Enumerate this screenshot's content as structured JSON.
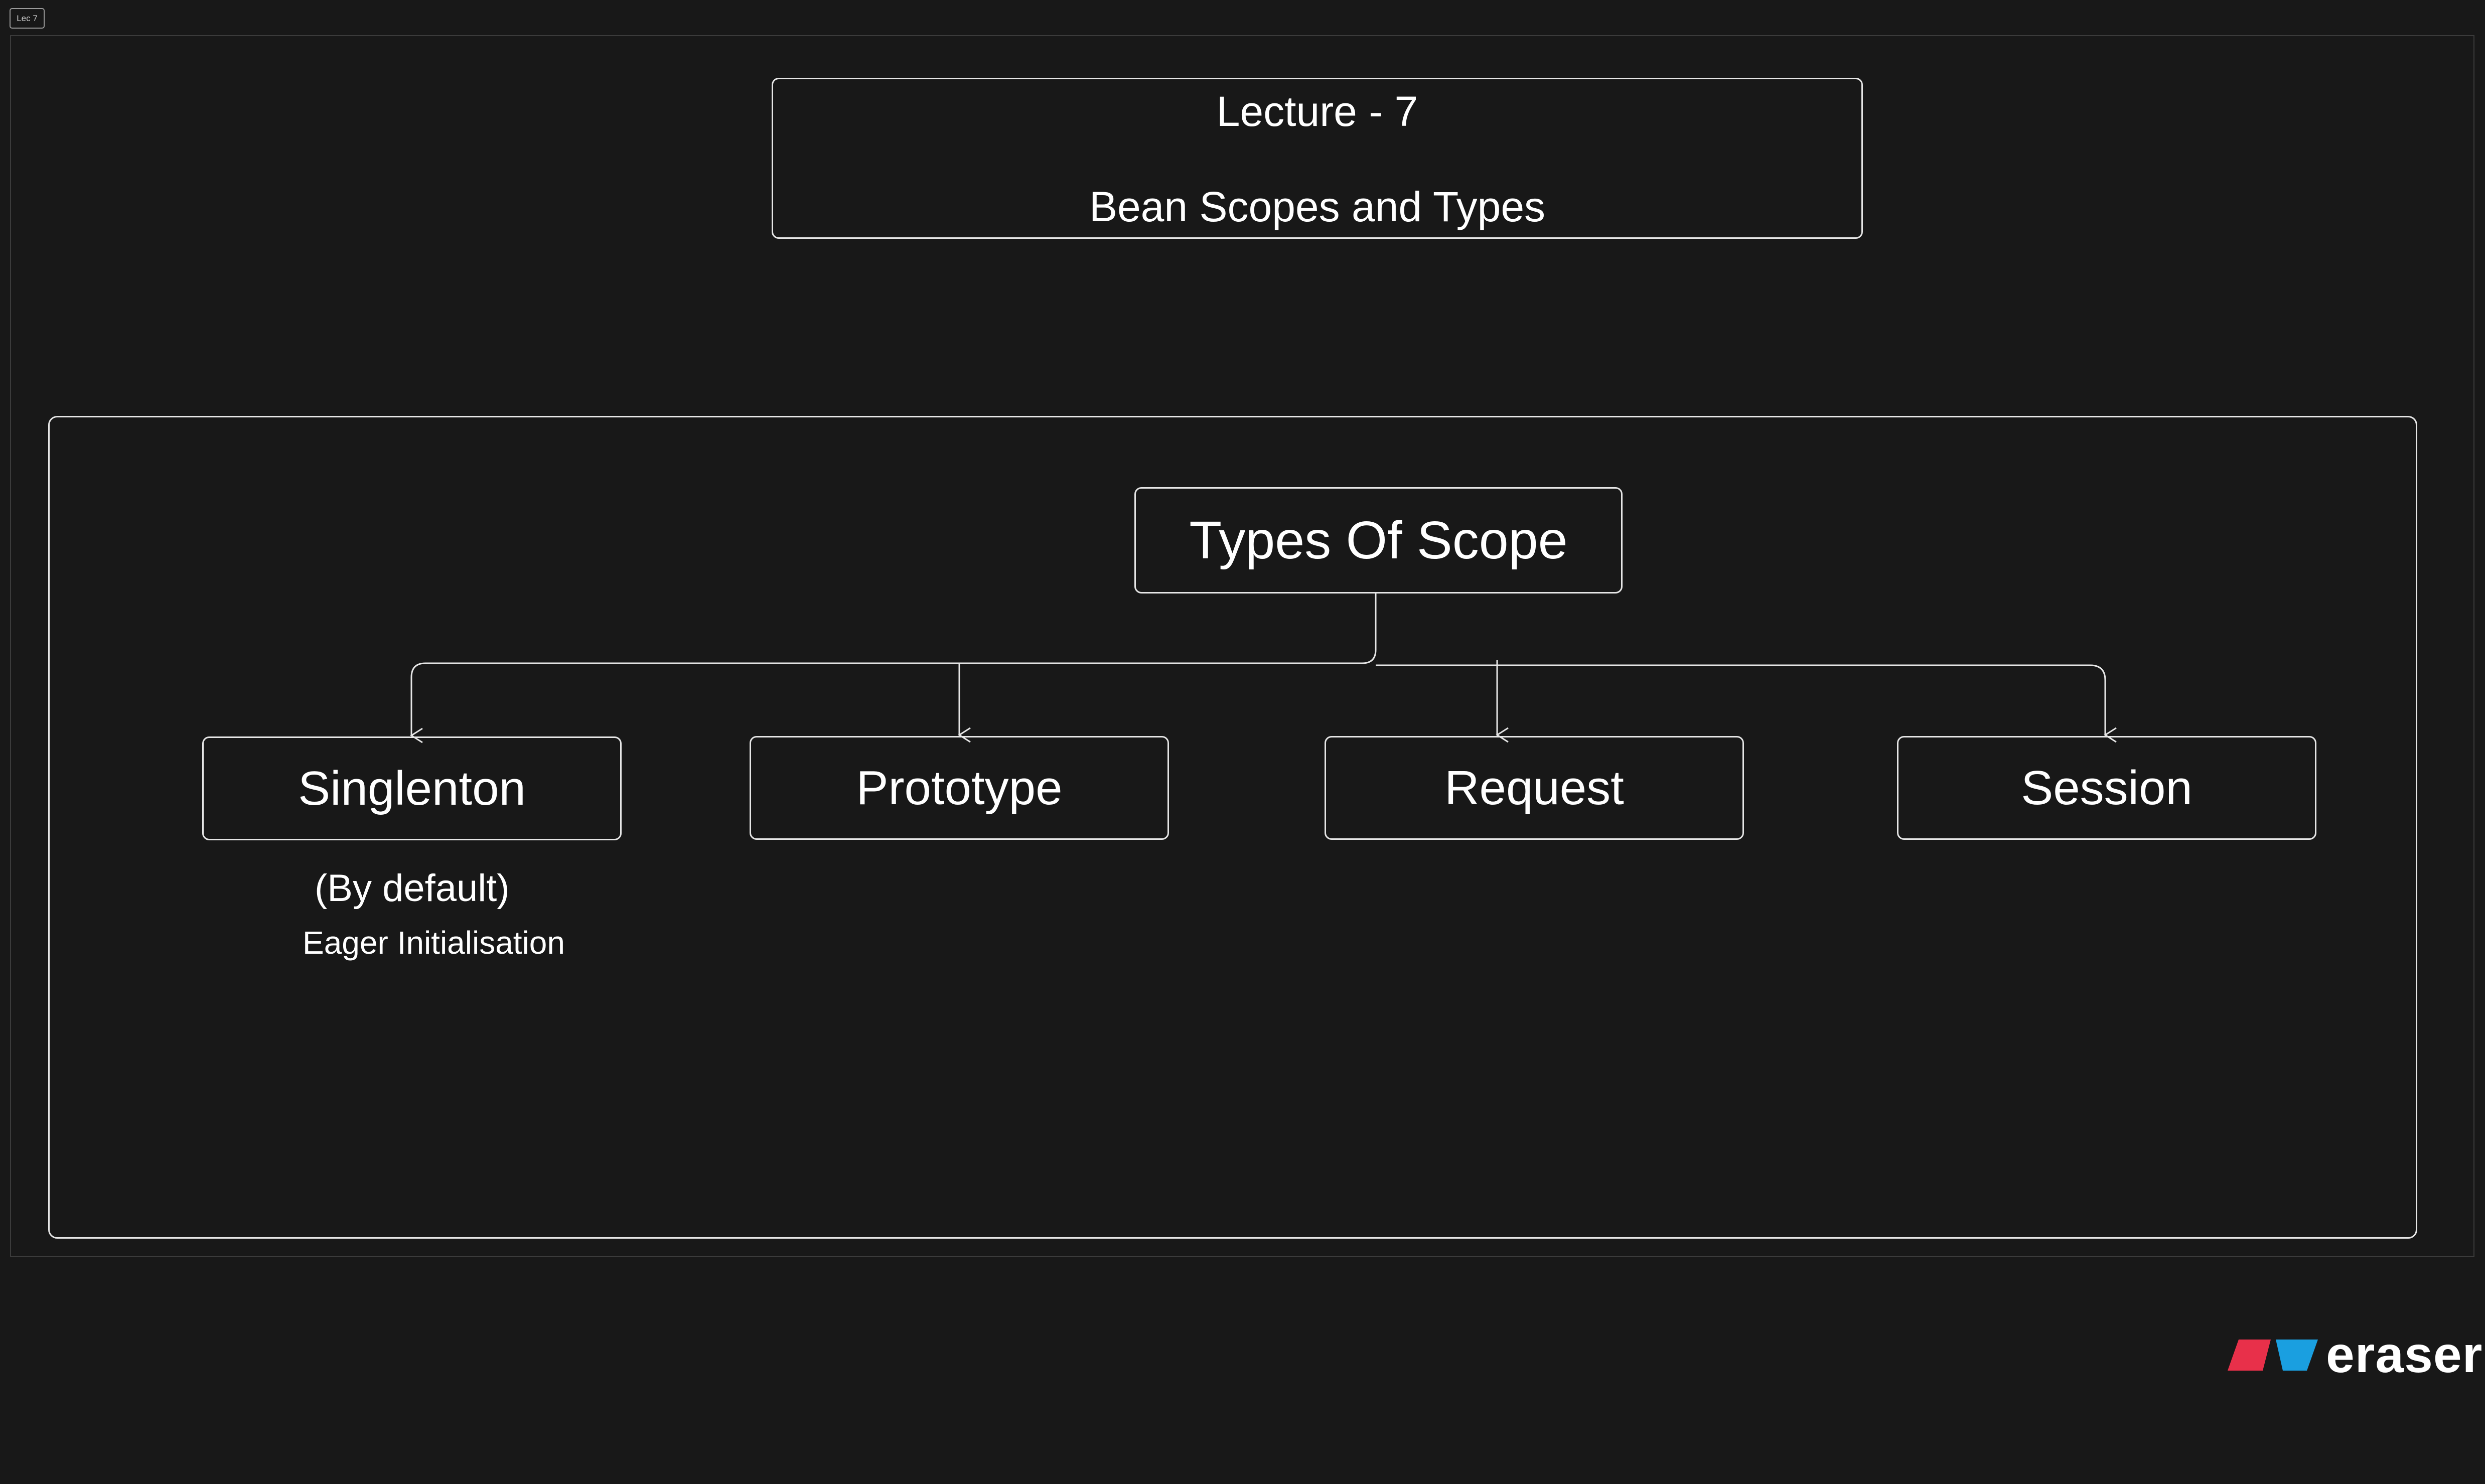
{
  "frame": {
    "tag": "Lec 7"
  },
  "title": {
    "line1": "Lecture - 7",
    "line2": "Bean Scopes and Types"
  },
  "diagram": {
    "root": "Types Of Scope",
    "children": [
      "Singlenton",
      "Prototype",
      "Request",
      "Session"
    ],
    "notes": {
      "singleton_default": "(By default)",
      "singleton_eager": "Eager Initialisation"
    }
  },
  "colors": {
    "background": "#181818",
    "stroke": "#e6e6e6",
    "text": "#ffffff",
    "logo_red": "#e8304a",
    "logo_blue": "#1a9fe0"
  },
  "logo": {
    "text": "eraser",
    "icon": "eraser-logo-icon"
  }
}
